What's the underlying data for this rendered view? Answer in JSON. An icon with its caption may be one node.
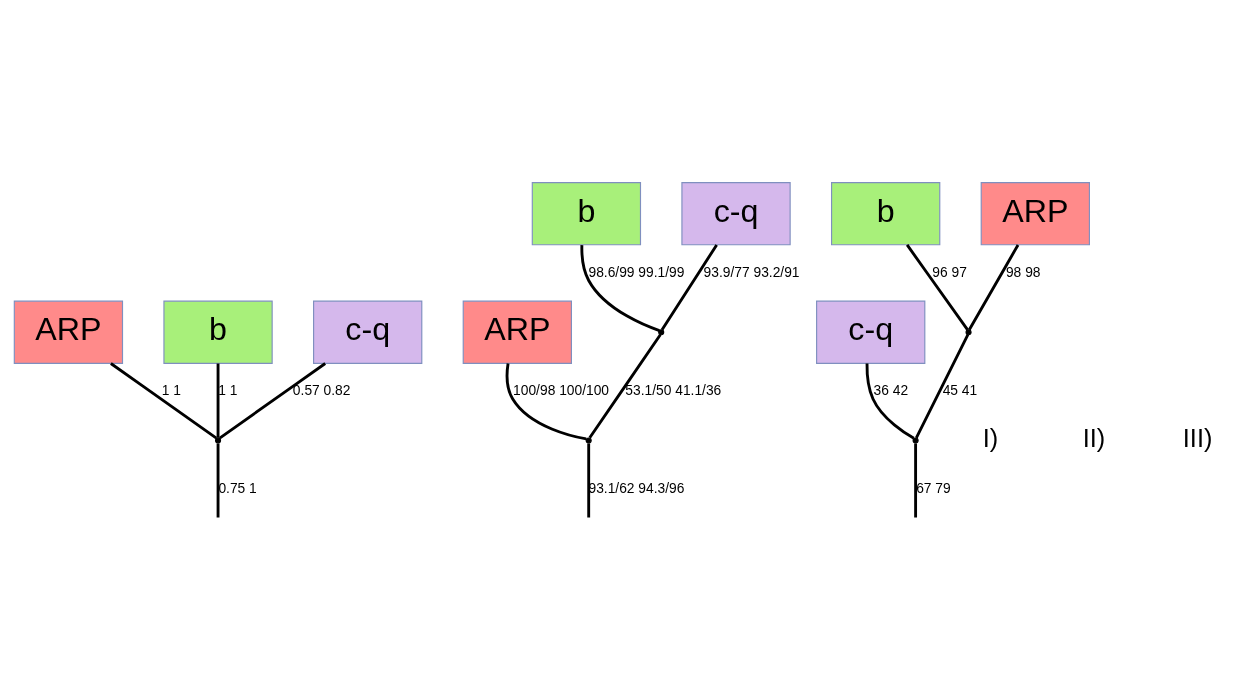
{
  "diagram": {
    "nodes": [
      {
        "text": [
          "ARP"
        ]
      },
      {
        "text": [
          "b"
        ]
      },
      {
        "text": [
          "c-q"
        ]
      },
      {
        "text": [],
        "shape": "point"
      },
      {
        "text": [
          "ARP"
        ]
      },
      {
        "text": [
          "b"
        ]
      },
      {
        "text": [
          "c-q"
        ]
      },
      {
        "text": [],
        "shape": "point"
      },
      {
        "text": [],
        "shape": "point"
      },
      {
        "text": [
          "c-q"
        ]
      },
      {
        "text": [
          "b"
        ]
      },
      {
        "text": [
          "ARP"
        ]
      },
      {
        "text": [],
        "shape": "point"
      },
      {
        "text": [],
        "shape": "point"
      }
    ],
    "edges": [
      {
        "from": 3,
        "to": 0,
        "arrow": "none",
        "label": "1 1"
      },
      {
        "from": 3,
        "to": 1,
        "arrow": "none",
        "label": "1 1"
      },
      {
        "from": 3,
        "to": 2,
        "arrow": "none",
        "label": "0.57 0.82"
      },
      {
        "from": null,
        "to": 3,
        "arrow": "none",
        "label": "0.75 1"
      },
      {
        "from": 8,
        "to": 4,
        "arrow": "none",
        "label": "100/98 100/100"
      },
      {
        "from": 7,
        "to": 5,
        "arrow": "none",
        "label": "98.6/99 99.1/99"
      },
      {
        "from": 7,
        "to": 6,
        "arrow": "none",
        "label": "93.9/77 93.2/91"
      },
      {
        "from": 8,
        "to": 7,
        "arrow": "none",
        "label": "53.1/50 41.1/36"
      },
      {
        "from": null,
        "to": 8,
        "arrow": "none",
        "label": "93.1/62 94.3/96"
      },
      {
        "from": 13,
        "to": 9,
        "arrow": "none",
        "label": "36 42"
      },
      {
        "from": 12,
        "to": 10,
        "arrow": "none",
        "label": "96 97"
      },
      {
        "from": 12,
        "to": 11,
        "arrow": "none",
        "label": "98 98"
      },
      {
        "from": 13,
        "to": 12,
        "arrow": "none",
        "label": "45 41"
      },
      {
        "from": null,
        "to": 13,
        "arrow": "none",
        "label": "67 79"
      }
    ],
    "labels": [
      "I)",
      "II)",
      "III)"
    ]
  }
}
